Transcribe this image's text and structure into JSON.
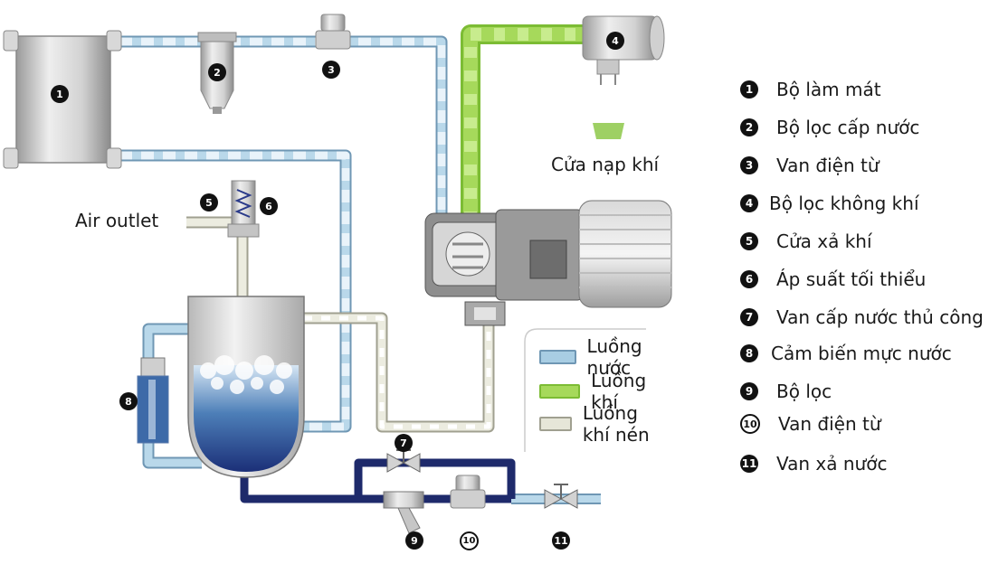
{
  "components": [
    {
      "num": "1",
      "label": "Bộ làm mát"
    },
    {
      "num": "2",
      "label": "Bộ lọc cấp nước"
    },
    {
      "num": "3",
      "label": "Van điện từ"
    },
    {
      "num": "4",
      "label": "Bộ lọc không khí"
    },
    {
      "num": "5",
      "label": "Cửa xả khí"
    },
    {
      "num": "6",
      "label": "Áp suất tối thiểu"
    },
    {
      "num": "7",
      "label": "Van cấp nước thủ công"
    },
    {
      "num": "8",
      "label": "Cảm biến mực nước"
    },
    {
      "num": "9",
      "label": "Bộ lọc"
    },
    {
      "num": "10",
      "label": "Van điện từ"
    },
    {
      "num": "11",
      "label": "Van xả nước"
    }
  ],
  "flow_legend": [
    {
      "label": "Luồng nước",
      "color": "#9fc8e0",
      "edge": "#5f8fb0"
    },
    {
      "label": "Luồng khí",
      "color": "#a6d95b",
      "edge": "#7cbc34"
    },
    {
      "label": "Luồng khí nén",
      "color": "#e6e6d8",
      "edge": "#a0a090"
    }
  ],
  "diagram": {
    "air_outlet": "Air outlet",
    "air_intake": "Cửa nạp khí"
  },
  "colors": {
    "water_pipe": "#a8cde3",
    "water_pipe_edge": "#6f97b4",
    "drain_pipe": "#1e2a6b",
    "air_pipe": "#a6d95b",
    "compressed_pipe": "#e8e8dc",
    "metal_light": "#e4e4e4",
    "metal_dark": "#8a8a8a"
  }
}
